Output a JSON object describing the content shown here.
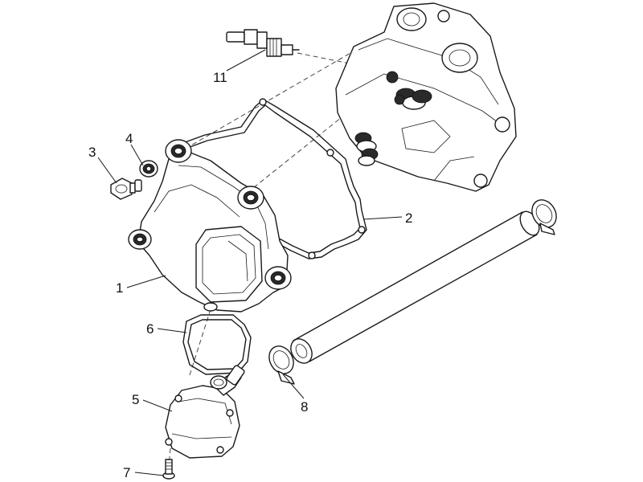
{
  "diagram": {
    "callouts": {
      "c1": "1",
      "c2": "2",
      "c3": "3",
      "c4": "4",
      "c5": "5",
      "c6": "6",
      "c7": "7",
      "c8": "8",
      "c11": "11"
    },
    "line_color": "#1a1a1a",
    "background": "#ffffff"
  }
}
